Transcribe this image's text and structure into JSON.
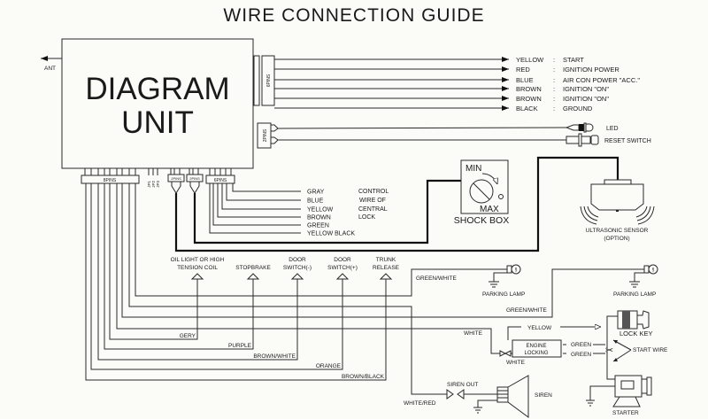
{
  "title": "WIRE CONNECTION GUIDE",
  "unit": {
    "line1": "DIAGRAM",
    "line2": "UNIT",
    "antenna": "ANT"
  },
  "connectors": {
    "right_power": "6PINS",
    "right_led": "2PINS",
    "bottom_main": "8PINS",
    "jumpers": [
      "JP1",
      "JP2",
      "JP3"
    ],
    "bottom_shock": "2PINS",
    "bottom_sensor": "2PINS",
    "bottom_lock": "6PINS"
  },
  "power_wires": [
    {
      "color": "YELLOW",
      "sep": ":",
      "function": "START"
    },
    {
      "color": "RED",
      "sep": ":",
      "function": "IGNITION POWER"
    },
    {
      "color": "BLUE",
      "sep": ":",
      "function": "AIR CON POWER \"ACC.\""
    },
    {
      "color": "BROWN",
      "sep": ":",
      "function": "IGNITION \"ON\""
    },
    {
      "color": "BROWN",
      "sep": ":",
      "function": "IGNITION \"ON\""
    },
    {
      "color": "BLACK",
      "sep": ":",
      "function": "GROUND"
    }
  ],
  "led": "LED",
  "reset_switch": "RESET SWITCH",
  "central_lock": {
    "wires": [
      "GRAY",
      "BLUE",
      "YELLOW",
      "BROWN",
      "GREEN",
      "YELLOW BLACK"
    ],
    "note": [
      "CONTROL",
      "WIRE OF",
      "CENTRAL",
      "LOCK"
    ]
  },
  "shock_box": {
    "min": "MIN",
    "max": "MAX",
    "label": "SHOCK BOX"
  },
  "ultrasonic": {
    "line1": "ULTRASONIC SENSOR",
    "line2": "(OPTION)"
  },
  "inputs": [
    {
      "line1": "OIL LIGHT OR HIGH",
      "line2": "TENSION COIL",
      "wire": "GERY"
    },
    {
      "line1": "",
      "line2": "STOPBRAKE",
      "wire": "PURPLE"
    },
    {
      "line1": "DOOR",
      "line2": "SWITCH(-)",
      "wire": "BROWN/WHITE"
    },
    {
      "line1": "DOOR",
      "line2": "SWITCH(+)",
      "wire": "ORANGE"
    },
    {
      "line1": "TRUNK",
      "line2": "RELEASE",
      "wire": "BROWN/BLACK"
    }
  ],
  "outputs": {
    "parking_lamp_1": {
      "wire": "GREEN/WHITE",
      "label": "PARKING LAMP"
    },
    "parking_lamp_2": {
      "wire": "GREEN/WHITE",
      "label": "PARKING LAMP"
    },
    "engine_locking": {
      "line1": "ENGINE",
      "line2": "LOCKING",
      "in_wire": "WHITE",
      "diode_wire": "WHITE",
      "yellow": "YELLOW",
      "green1": "GREEN",
      "green2": "GREEN"
    },
    "lock_key": "LOCK KEY",
    "start_wire": "START WIRE",
    "starter": "STARTER",
    "siren": {
      "wire": "WHITE/RED",
      "out": "SIREN OUT",
      "label": "SIREN"
    }
  }
}
